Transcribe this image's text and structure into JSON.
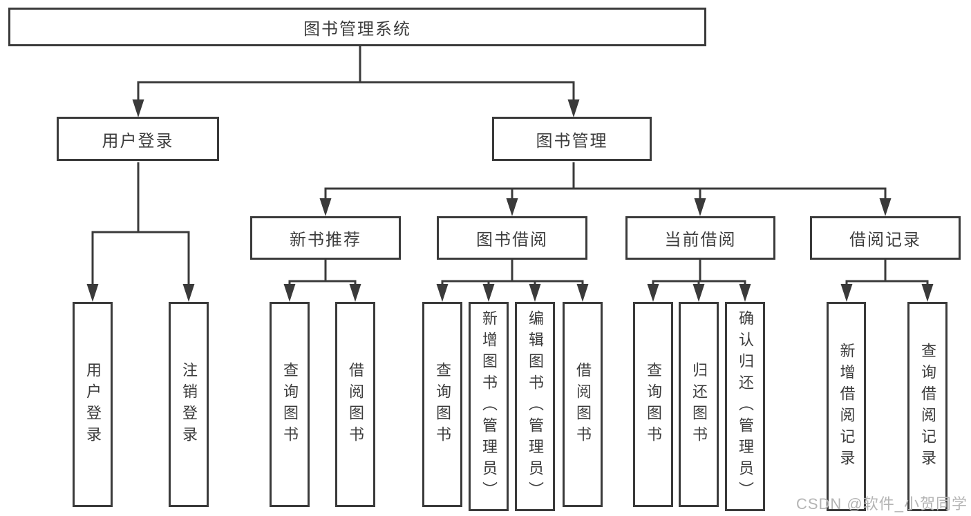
{
  "diagram": {
    "root_label": "图书管理系统",
    "branch_user": {
      "label": "用户登录",
      "children": [
        "用户登录",
        "注销登录"
      ]
    },
    "branch_books": {
      "label": "图书管理",
      "sections": [
        {
          "label": "新书推荐",
          "children": [
            "查询图书",
            "借阅图书"
          ]
        },
        {
          "label": "图书借阅",
          "children": [
            "查询图书",
            "新增图书（管理员）",
            "编辑图书（管理员）",
            "借阅图书"
          ]
        },
        {
          "label": "当前借阅",
          "children": [
            "查询图书",
            "归还图书",
            "确认归还（管理员）"
          ]
        },
        {
          "label": "借阅记录",
          "children": [
            "新增借阅记录",
            "查询借阅记录"
          ]
        }
      ]
    }
  },
  "watermark": "CSDN @软件_小贺同学",
  "colors": {
    "line": "#3a3a3a",
    "text": "#3d3d3d",
    "box_fill": "#ffffff",
    "background": "#ffffff",
    "watermark": "#b4b4b4"
  }
}
